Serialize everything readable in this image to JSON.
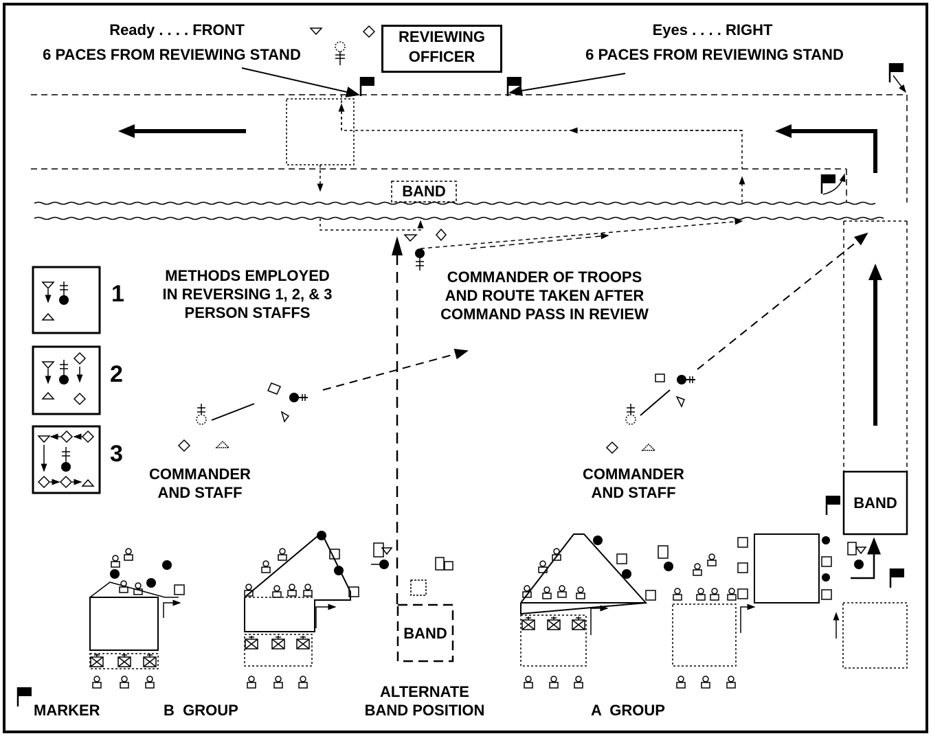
{
  "labels": {
    "ready_line1": "Ready . . . . FRONT",
    "ready_line2": "6 PACES FROM REVIEWING STAND",
    "reviewing_officer_line1": "REVIEWING",
    "reviewing_officer_line2": "OFFICER",
    "eyes_line1": "Eyes . . . . RIGHT",
    "eyes_line2": "6 PACES FROM REVIEWING STAND",
    "band_top": "BAND",
    "methods_line1": "METHODS EMPLOYED",
    "methods_line2": "IN REVERSING 1, 2, & 3",
    "methods_line3": "PERSON STAFFS",
    "cot_line1": "COMMANDER OF TROOPS",
    "cot_line2": "AND ROUTE TAKEN AFTER",
    "cot_line3": "COMMAND PASS IN REVIEW",
    "staff_b_line1": "COMMANDER",
    "staff_b_line2": "AND STAFF",
    "staff_a_line1": "COMMANDER",
    "staff_a_line2": "AND STAFF",
    "band_right": "BAND",
    "band_alt": "BAND",
    "marker": "MARKER",
    "b_group": "B  GROUP",
    "alt_band_line1": "ALTERNATE",
    "alt_band_line2": "BAND POSITION",
    "a_group": "A  GROUP"
  },
  "legend": [
    {
      "number": "1"
    },
    {
      "number": "2"
    },
    {
      "number": "3"
    }
  ],
  "icons": [
    "marker-flag-icon",
    "arrow-icon",
    "commander-icon",
    "staff-officer-icon",
    "guidon-icon",
    "colors-icon"
  ]
}
